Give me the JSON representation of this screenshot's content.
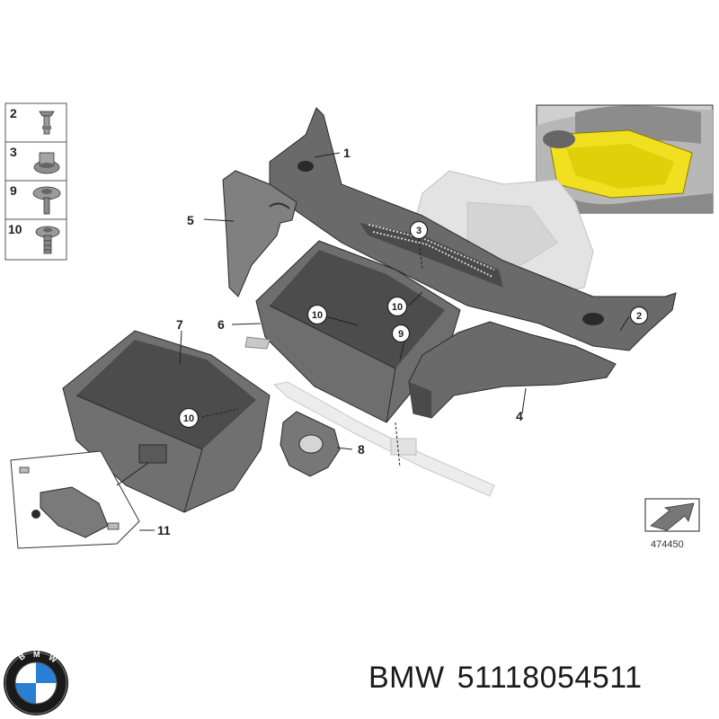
{
  "legend": [
    {
      "num": "2"
    },
    {
      "num": "3"
    },
    {
      "num": "9"
    },
    {
      "num": "10"
    }
  ],
  "callouts": {
    "c1": "1",
    "c2": "2",
    "c3": "3",
    "c4": "4",
    "c5": "5",
    "c6": "6",
    "c7": "7",
    "c8": "8",
    "c9": "9",
    "c10a": "10",
    "c10b": "10",
    "c10c": "10",
    "c11": "11"
  },
  "diagram_id": "474450",
  "caption": {
    "brand": "BMW",
    "part_number": "51118054511"
  },
  "colors": {
    "part_fill": "#6e6e6e",
    "part_dark": "#4a4a4a",
    "ghost": "#d9d9d9",
    "highlight": "#f0e020"
  }
}
